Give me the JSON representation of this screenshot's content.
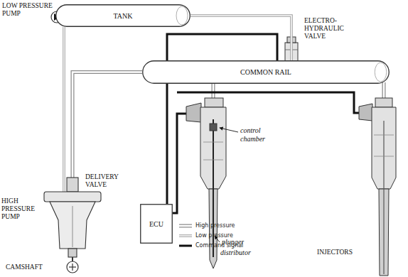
{
  "diagram": {
    "nodes": [
      {
        "text": [
          "TANK"
        ]
      },
      {
        "text": [
          "COMMON RAIL"
        ]
      },
      {
        "text": [
          "ECU"
        ]
      },
      {
        "text": [
          "HIGH PRESSURE PUMP"
        ]
      }
    ],
    "edges": [
      {
        "from": 0,
        "to": 3,
        "arrow": "none"
      },
      {
        "from": 3,
        "to": 1,
        "arrow": "none"
      },
      {
        "from": 2,
        "to": 1,
        "arrow": "none"
      },
      {
        "from": 1,
        "to": 0,
        "arrow": "none"
      }
    ],
    "labels": [
      "LOW PRESSURE PUMP",
      "ELECTRO-HYDRAULIC VALVE",
      "DELIVERY VALVE",
      "CAMSHAFT",
      "control chamber",
      "plunger",
      "distributor",
      "INJECTORS"
    ],
    "legend": [
      {
        "text": "High pressure"
      },
      {
        "text": "Low pressure"
      },
      {
        "text": "Command signal"
      }
    ]
  }
}
